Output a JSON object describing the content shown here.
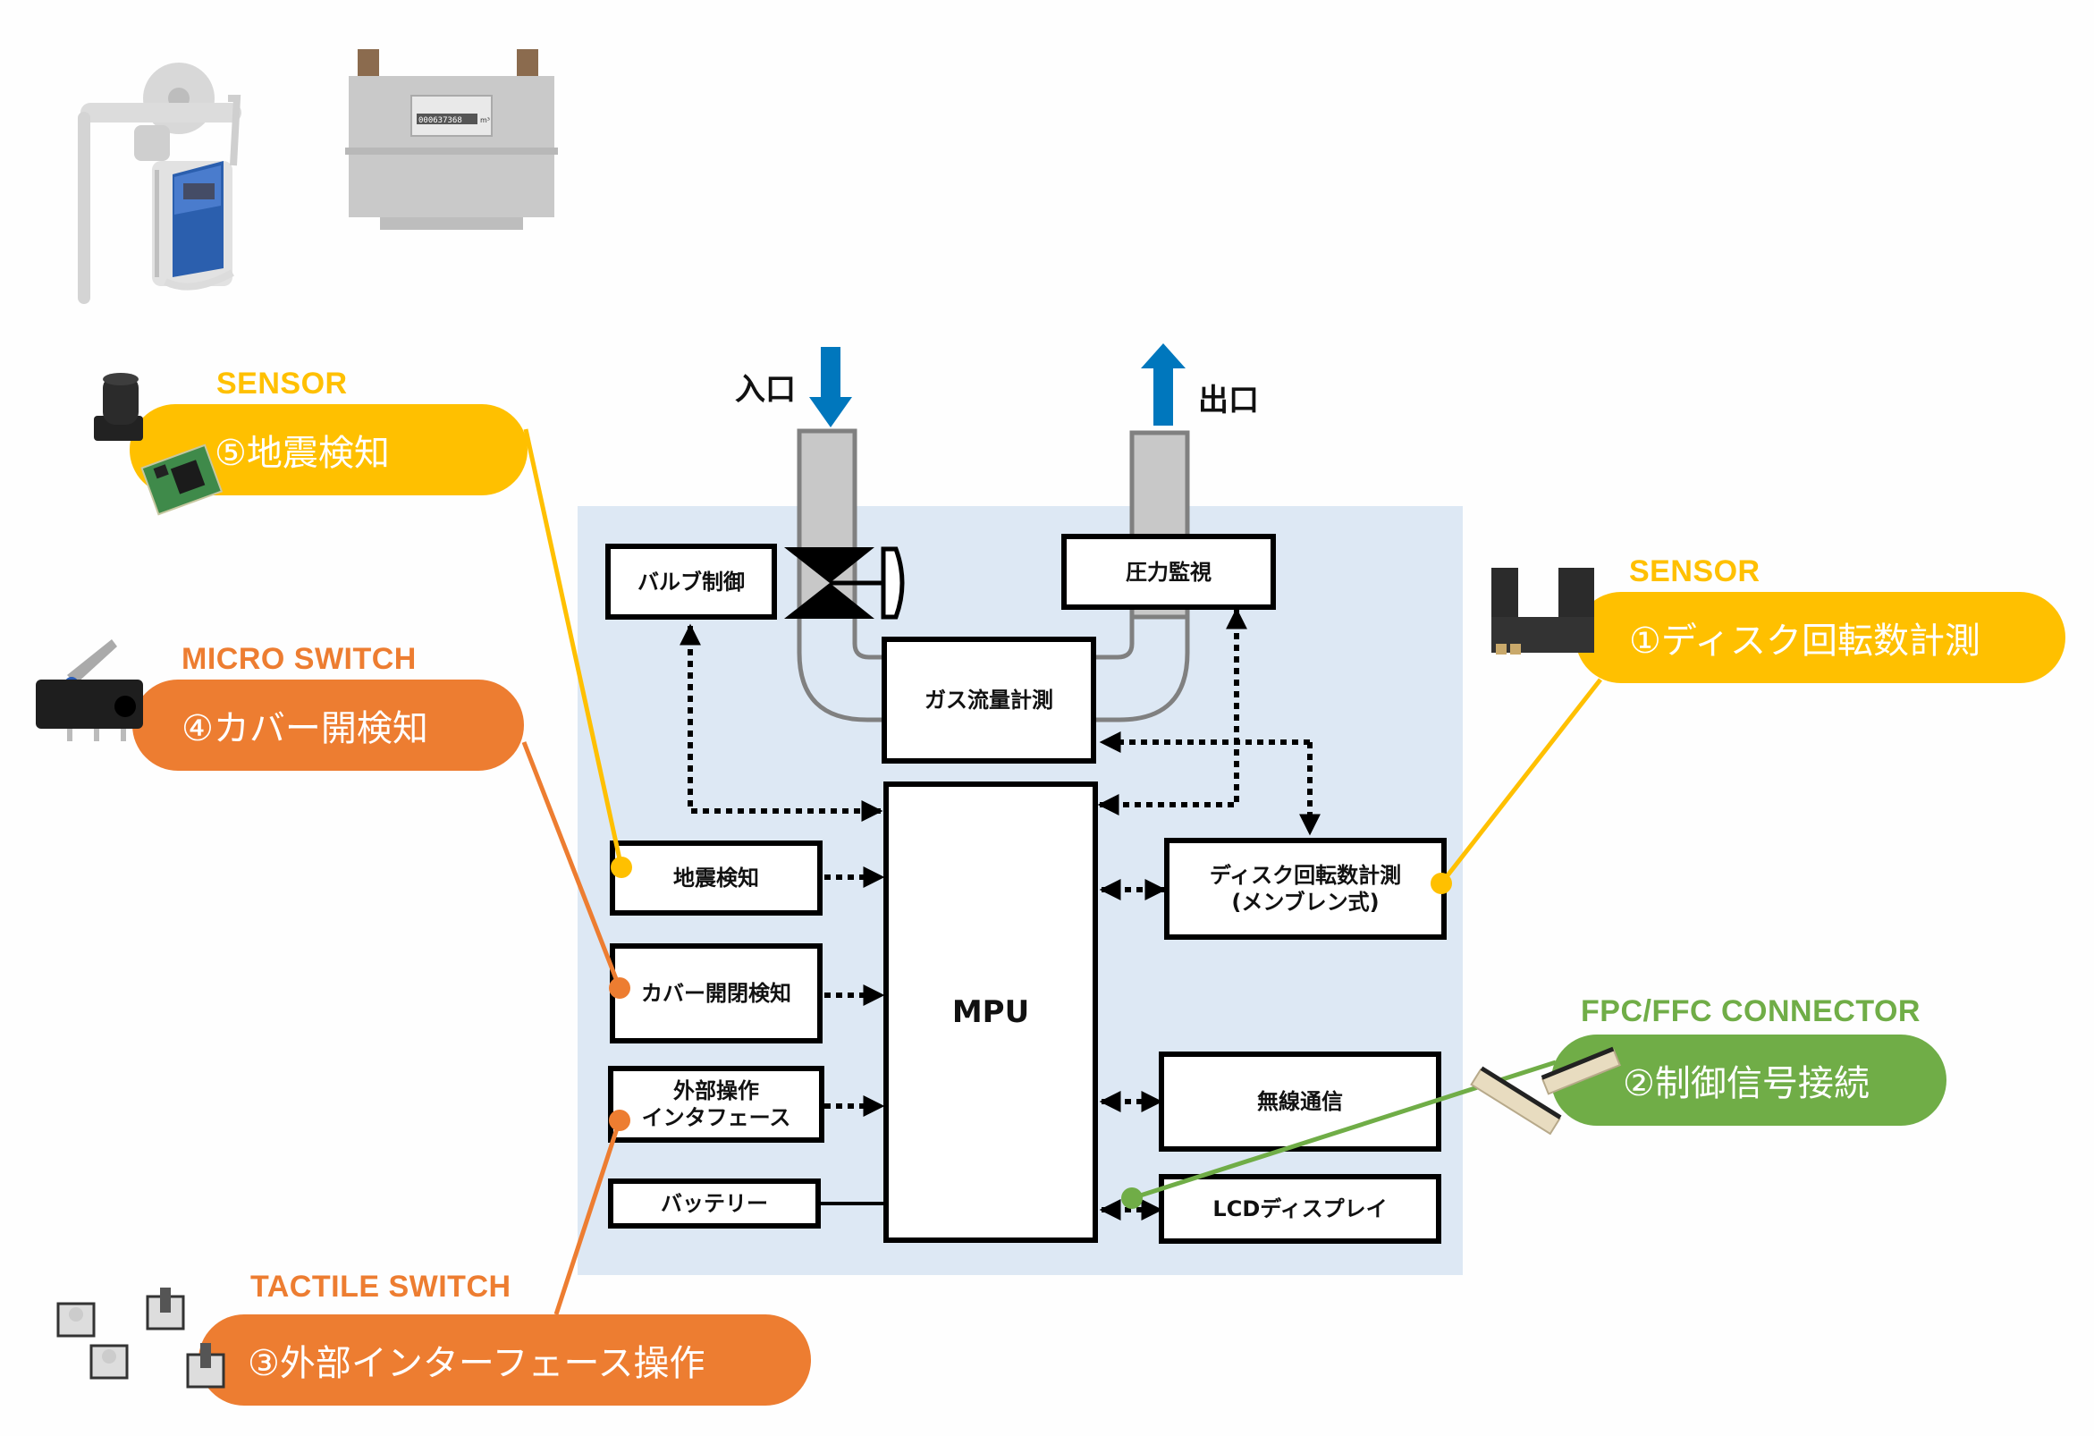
{
  "colors": {
    "sensor": "#FFC000",
    "switch": "#ED7D31",
    "connector": "#70AD47",
    "flow_arrow": "#0077BD",
    "panel": "#DDE8F4",
    "pipe_fill": "#C8C8C8",
    "pipe_stroke": "#808080"
  },
  "illustrations": {
    "meter_left": "smart-gas-meter",
    "meter_right": "diaphragm-gas-meter",
    "meter_reading": "000637368",
    "meter_unit": "m³"
  },
  "flow": {
    "inlet_label": "入口",
    "outlet_label": "出口"
  },
  "blocks": {
    "valve": "バルブ制御",
    "pressure": "圧力監視",
    "gas_flow": "ガス流量計測",
    "mpu": "MPU",
    "earthquake": "地震検知",
    "cover": "カバー開閉検知",
    "external_line1": "外部操作",
    "external_line2": "インタフェース",
    "battery": "バッテリー",
    "disk_line1": "ディスク回転数計測",
    "disk_line2": "(メンブレン式)",
    "wireless": "無線通信",
    "lcd": "LCDディスプレイ"
  },
  "callouts": [
    {
      "id": "earthquake",
      "category": "SENSOR",
      "label": "⑤地震検知",
      "color_key": "sensor"
    },
    {
      "id": "cover",
      "category": "MICRO SWITCH",
      "label": "④カバー開検知",
      "color_key": "switch"
    },
    {
      "id": "external",
      "category": "TACTILE SWITCH",
      "label": "③外部インターフェース操作",
      "color_key": "switch"
    },
    {
      "id": "disk",
      "category": "SENSOR",
      "label": "①ディスク回転数計測",
      "color_key": "sensor"
    },
    {
      "id": "connector",
      "category": "FPC/FFC CONNECTOR",
      "label": "②制御信号接続",
      "color_key": "connector"
    }
  ]
}
